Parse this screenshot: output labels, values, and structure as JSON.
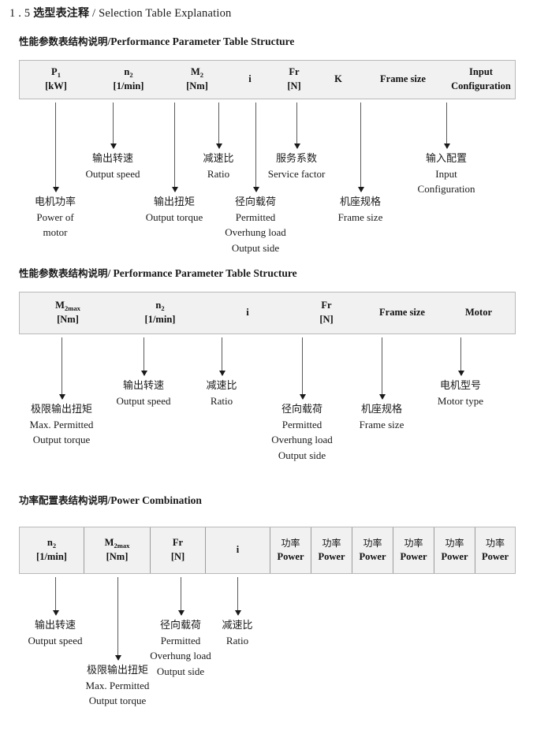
{
  "title": {
    "number": "1 . 5",
    "cn": "选型表注释",
    "sep": "/",
    "en": "Selection Table Explanation"
  },
  "sections": [
    {
      "heading": {
        "cn": "性能参数表结构说明",
        "sep": "/",
        "en": "Performance Parameter Table Structure"
      },
      "table": {
        "columns": [
          {
            "l1": "P",
            "sub1": "1",
            "l2": "[kW]"
          },
          {
            "l1": "n",
            "sub1": "2",
            "l2": "[1/min]"
          },
          {
            "l1": "M",
            "sub1": "2",
            "l2": "[Nm]"
          },
          {
            "l1": "i",
            "sub1": "",
            "l2": ""
          },
          {
            "l1": "Fr",
            "sub1": "",
            "l2": "[N]"
          },
          {
            "l1": "K",
            "sub1": "",
            "l2": ""
          },
          {
            "l1": "Frame size",
            "sub1": "",
            "l2": ""
          },
          {
            "l1": "Input",
            "sub1": "",
            "l2": "Configuration"
          }
        ]
      },
      "notes": [
        {
          "cn": "电机功率",
          "en": [
            "Power of",
            "motor"
          ]
        },
        {
          "cn": "输出转速",
          "en": [
            "Output speed"
          ]
        },
        {
          "cn": "输出扭矩",
          "en": [
            "Output torque"
          ]
        },
        {
          "cn": "减速比",
          "en": [
            "Ratio"
          ]
        },
        {
          "cn": "径向载荷",
          "en": [
            "Permitted",
            "Overhung load",
            "Output side"
          ]
        },
        {
          "cn": "服务系数",
          "en": [
            "Service factor"
          ]
        },
        {
          "cn": "机座规格",
          "en": [
            "Frame size"
          ]
        },
        {
          "cn": "输入配置",
          "en": [
            "Input",
            "Configuration"
          ]
        }
      ]
    },
    {
      "heading": {
        "cn": "性能参数表结构说明",
        "sep": "/",
        "en": "Performance Parameter Table Structure"
      },
      "table": {
        "columns": [
          {
            "l1": "M",
            "sub1": "2max",
            "l2": "[Nm]"
          },
          {
            "l1": "n",
            "sub1": "2",
            "l2": "[1/min]"
          },
          {
            "l1": "i",
            "sub1": "",
            "l2": ""
          },
          {
            "l1": "Fr",
            "sub1": "",
            "l2": "[N]"
          },
          {
            "l1": "Frame size",
            "sub1": "",
            "l2": ""
          },
          {
            "l1": "Motor",
            "sub1": "",
            "l2": ""
          }
        ]
      },
      "notes": [
        {
          "cn": "极限输出扭矩",
          "en": [
            "Max. Permitted",
            "Output  torque"
          ]
        },
        {
          "cn": "输出转速",
          "en": [
            "Output speed"
          ]
        },
        {
          "cn": "减速比",
          "en": [
            "Ratio"
          ]
        },
        {
          "cn": "径向载荷",
          "en": [
            "Permitted",
            "Overhung load",
            "Output side"
          ]
        },
        {
          "cn": "机座规格",
          "en": [
            "Frame size"
          ]
        },
        {
          "cn": "电机型号",
          "en": [
            "Motor type"
          ]
        }
      ]
    },
    {
      "heading": {
        "cn": "功率配置表结构说明",
        "sep": "/",
        "en": "Power Combination"
      },
      "table": {
        "columns": [
          {
            "l1": "n",
            "sub1": "2",
            "l2": "[1/min]"
          },
          {
            "l1": "M",
            "sub1": "2max",
            "l2": "[Nm]"
          },
          {
            "l1": "Fr",
            "sub1": "",
            "l2": "[N]"
          },
          {
            "l1": "i",
            "sub1": "",
            "l2": ""
          },
          {
            "l1": "功率",
            "sub1": "",
            "l2": "Power"
          },
          {
            "l1": "功率",
            "sub1": "",
            "l2": "Power"
          },
          {
            "l1": "功率",
            "sub1": "",
            "l2": "Power"
          },
          {
            "l1": "功率",
            "sub1": "",
            "l2": "Power"
          },
          {
            "l1": "功率",
            "sub1": "",
            "l2": "Power"
          },
          {
            "l1": "功率",
            "sub1": "",
            "l2": "Power"
          }
        ]
      },
      "notes": [
        {
          "cn": "输出转速",
          "en": [
            "Output speed"
          ]
        },
        {
          "cn": "极限输出扭矩",
          "en": [
            "Max. Permitted",
            "Output  torque"
          ]
        },
        {
          "cn": "径向载荷",
          "en": [
            "Permitted",
            "Overhung load",
            "Output side"
          ]
        },
        {
          "cn": "减速比",
          "en": [
            "Ratio"
          ]
        }
      ]
    }
  ],
  "colors": {
    "table_fill": "#f1f1f1",
    "table_border": "#b9b9b9",
    "arrow": "#1a1a1a",
    "text": "#1a1a1a"
  }
}
